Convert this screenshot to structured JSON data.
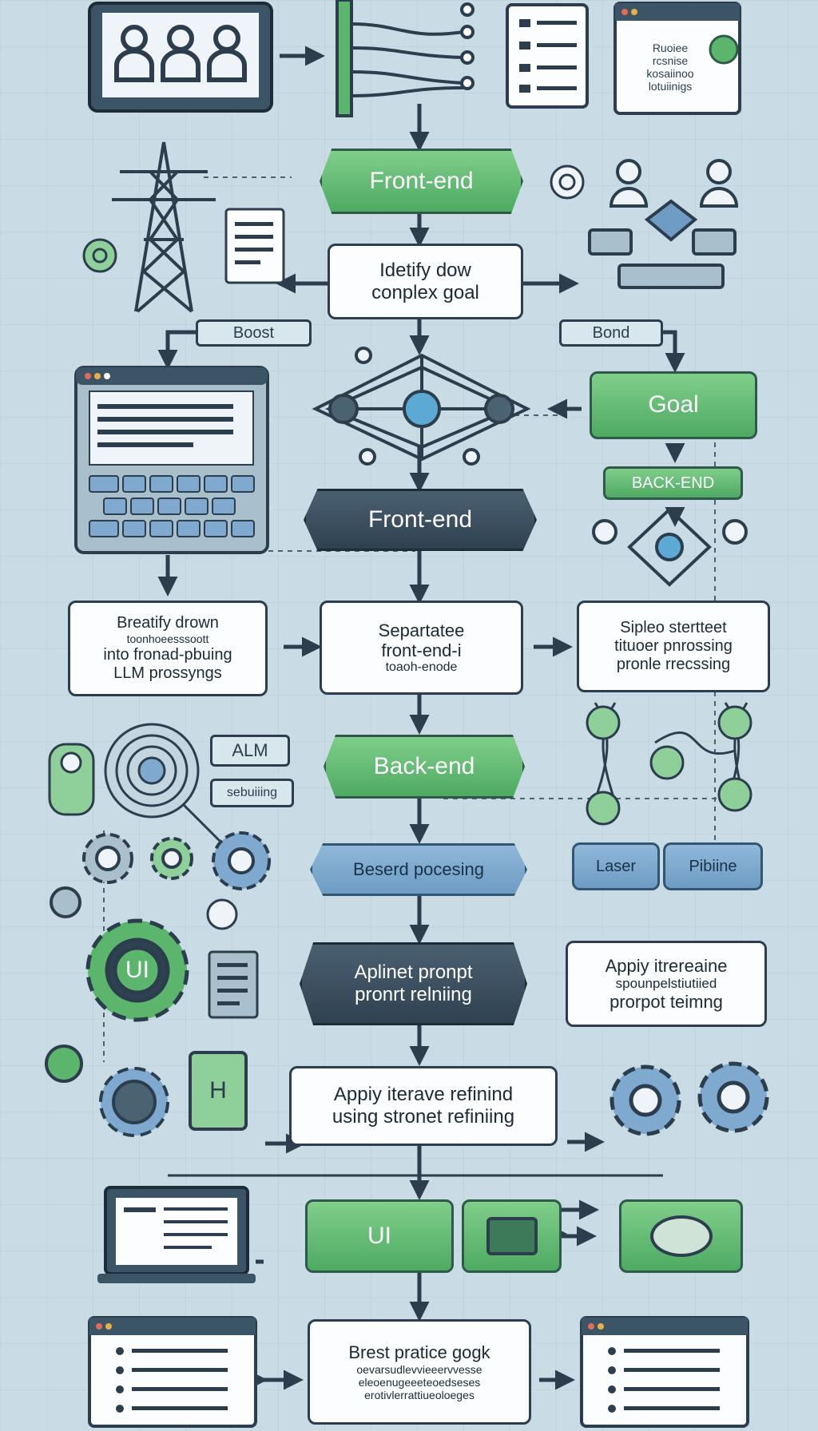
{
  "nodes": {
    "frontend_top": "Front-end",
    "identify": [
      "Idetify dow",
      "conplex goal"
    ],
    "boost_left": "Boost",
    "bond_right": "Bond",
    "goal": "Goal",
    "back_end_tag": "BACK-END",
    "frontend_mid": "Front-end",
    "break_down": [
      "Breatify drown",
      "toonhoeesssoott",
      "into fronad-pbuing",
      "LLM prossyngs"
    ],
    "separate": [
      "Separtatee",
      "front-end-i",
      "toaoh-enode"
    ],
    "simple_struct": [
      "Sipleo stertteet",
      "tituoer pnrossing",
      "pronle rrecssing"
    ],
    "alm": "ALM",
    "scheduling": "sebuiiing",
    "backend": "Back-end",
    "backend_processing": "Beserd pocesing",
    "laser": "Laser",
    "pipeline": "Pibiine",
    "apply_prompt": [
      "Aplinet pronpt",
      "pronrt relniing"
    ],
    "apply_iterative": [
      "Appiy itrereaine",
      "spounpelstiutiied",
      "prorpot teimng"
    ],
    "apply_iter_refine": [
      "Appiy iterave refinind",
      "using stronet refiniing"
    ],
    "ui": "UI",
    "best_practice": [
      "Brest pratice gogk",
      "oevarsudlevvieeervvesse",
      "eleoenugeeeteoedseses",
      "erotivlerrattiueoloeges"
    ],
    "top_card": [
      "Ruoiee",
      "rcsnise",
      "kosaiinoo",
      "lotuiinigs"
    ],
    "gear_ui_label": "UI",
    "gear_small_label": "H"
  },
  "colors": {
    "background": "#c9dbe5",
    "green": "#5cb56c",
    "dark": "#34495a",
    "blue": "#7fa9cf",
    "outline": "#2c3e4e"
  }
}
